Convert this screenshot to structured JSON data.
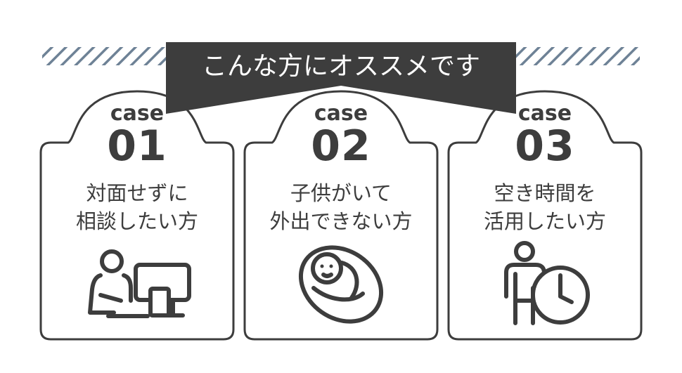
{
  "banner": {
    "title": "こんな方にオススメです"
  },
  "cases": [
    {
      "label": "case",
      "number": "01",
      "lines": [
        "対面せずに",
        "相談したい方"
      ],
      "icon": "person-at-computer-icon"
    },
    {
      "label": "case",
      "number": "02",
      "lines": [
        "子供がいて",
        "外出できない方"
      ],
      "icon": "swaddled-baby-icon"
    },
    {
      "label": "case",
      "number": "03",
      "lines": [
        "空き時間を",
        "活用したい方"
      ],
      "icon": "person-with-clock-icon"
    }
  ],
  "colors": {
    "dark": "#3d3d3d",
    "hatch": "#6e8296",
    "background": "#ffffff"
  }
}
